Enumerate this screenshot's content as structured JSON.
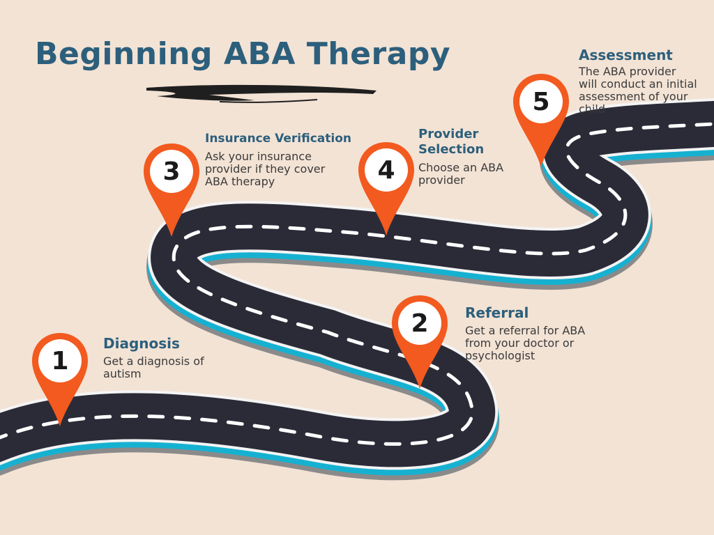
{
  "title": "Beginning ABA Therapy",
  "colors": {
    "background": "#f3e3d5",
    "title": "#2c5f7c",
    "road": "#2b2b38",
    "road_edge": "#16b1d1",
    "road_shadow": "#8a8a8a",
    "pin": "#f25a1f"
  },
  "steps": [
    {
      "number": "1",
      "title": "Diagnosis",
      "description": "Get a diagnosis of autism"
    },
    {
      "number": "2",
      "title": "Referral",
      "description": "Get a referral for ABA from your doctor or psychologist"
    },
    {
      "number": "3",
      "title": "Insurance Verification",
      "description": "Ask your insurance provider if they cover ABA therapy"
    },
    {
      "number": "4",
      "title": "Provider Selection",
      "description": "Choose an ABA provider"
    },
    {
      "number": "5",
      "title": "Assessment",
      "description": "The ABA provider will conduct an initial assessment of your child"
    }
  ]
}
